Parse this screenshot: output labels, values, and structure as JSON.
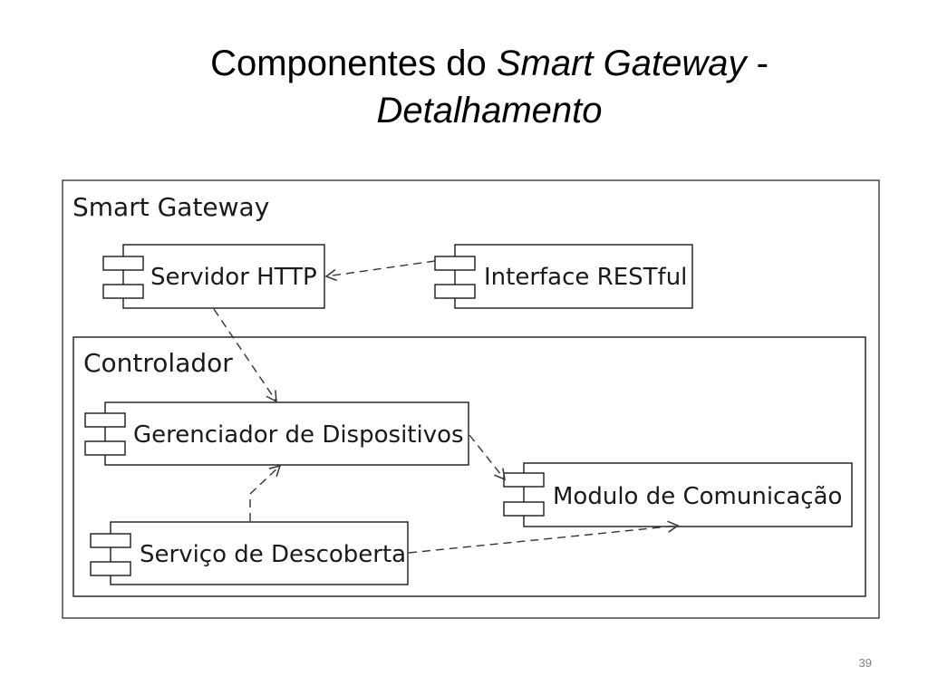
{
  "title": {
    "prefix": "Componentes do ",
    "emphasis": "Smart Gateway",
    "suffix": " -",
    "line2": "Detalhamento"
  },
  "diagram": {
    "outer_label": "Smart Gateway",
    "inner_label": "Controlador",
    "components": {
      "servidor_http": "Servidor HTTP",
      "interface_restful": "Interface RESTful",
      "gerenciador": "Gerenciador de Dispositivos",
      "modulo": "Modulo de Comunicação",
      "servico": "Serviço de Descoberta"
    }
  },
  "footer": {
    "page_number": "39"
  }
}
